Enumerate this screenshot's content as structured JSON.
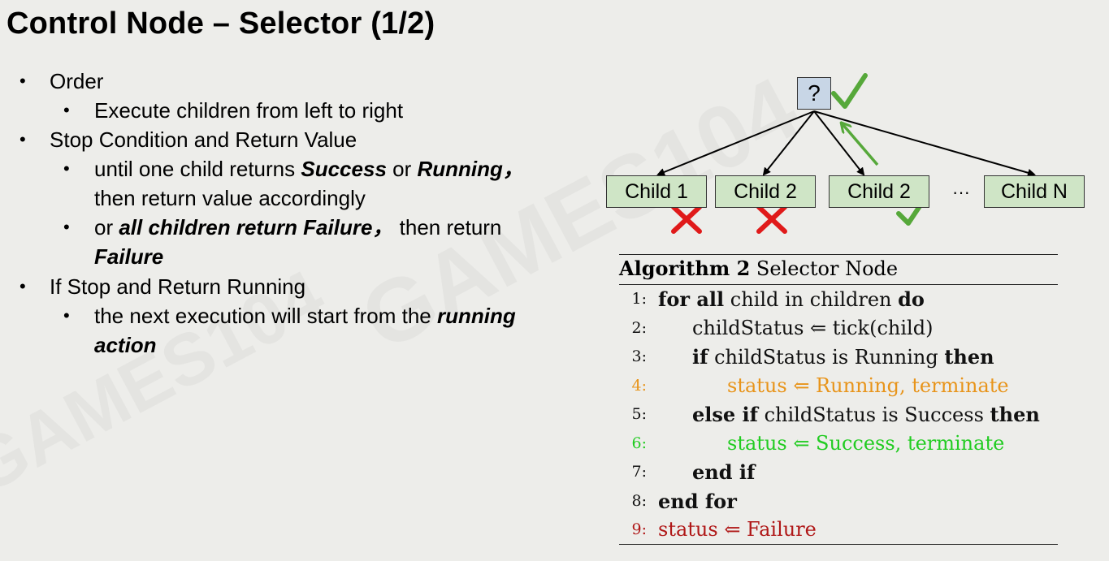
{
  "slide": {
    "title": "Control Node – Selector (1/2)"
  },
  "bullets": {
    "order": "Order",
    "order_sub": "Execute children from left to right",
    "stop": "Stop Condition and Return Value",
    "until_1": "until one child returns ",
    "until_success": "Success",
    "until_or": " or ",
    "until_running": "Running，",
    "until_2": "then return value accordingly",
    "or_1": "or ",
    "or_all": "all children return Failure，",
    "or_2": " then return",
    "or_failure": "Failure",
    "if_stop": "If Stop and Return Running",
    "next_1": "the next execution will start from the ",
    "next_running": "running",
    "next_action": "action"
  },
  "tree": {
    "root_label": "?",
    "children": [
      "Child 1",
      "Child 2",
      "Child 2",
      "Child N"
    ],
    "ellipsis": "···",
    "colors": {
      "check": "#56a83a",
      "cross": "#e01a1a",
      "root_fill": "#c8d6e6",
      "child_fill": "#cfe5c6"
    }
  },
  "algorithm": {
    "header_bold": "Algorithm 2",
    "header_text": " Selector Node",
    "lines": [
      {
        "num": "1:",
        "parts": [
          {
            "t": "for all",
            "kw": true
          },
          {
            "t": " child in children "
          },
          {
            "t": "do",
            "kw": true
          }
        ],
        "color": "black"
      },
      {
        "num": "2:",
        "parts": [
          {
            "t": "childStatus ⇐ tick(child)"
          }
        ],
        "color": "black"
      },
      {
        "num": "3:",
        "parts": [
          {
            "t": "if",
            "kw": true
          },
          {
            "t": " childStatus is Running "
          },
          {
            "t": "then",
            "kw": true
          }
        ],
        "color": "black"
      },
      {
        "num": "4:",
        "parts": [
          {
            "t": "status ⇐ Running, terminate"
          }
        ],
        "color": "orange"
      },
      {
        "num": "5:",
        "parts": [
          {
            "t": "else if",
            "kw": true
          },
          {
            "t": " childStatus is Success "
          },
          {
            "t": "then",
            "kw": true
          }
        ],
        "color": "black"
      },
      {
        "num": "6:",
        "parts": [
          {
            "t": "status ⇐ Success, terminate"
          }
        ],
        "color": "green"
      },
      {
        "num": "7:",
        "parts": [
          {
            "t": "end if",
            "kw": true
          }
        ],
        "color": "black"
      },
      {
        "num": "8:",
        "parts": [
          {
            "t": "end for",
            "kw": true
          }
        ],
        "color": "black"
      },
      {
        "num": "9:",
        "parts": [
          {
            "t": "status ⇐ Failure"
          }
        ],
        "color": "red"
      }
    ]
  }
}
